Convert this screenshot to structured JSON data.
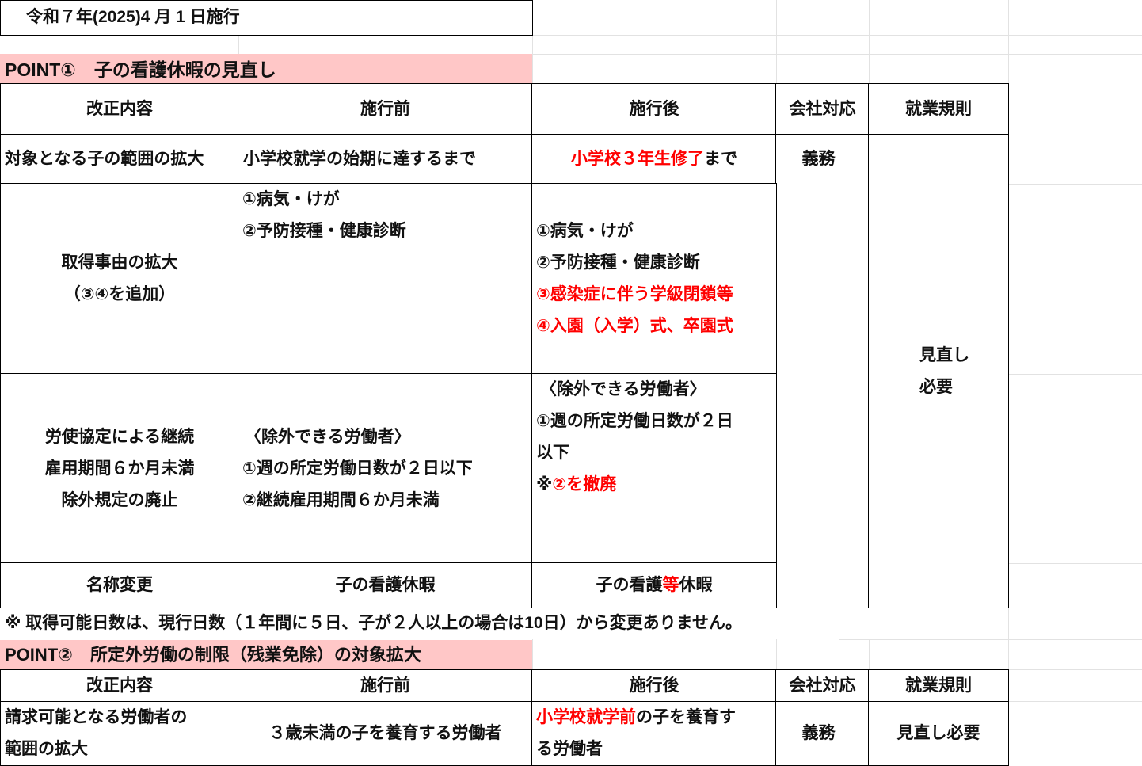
{
  "title": "令和７年(2025)4 月 1 日施行",
  "point1": {
    "heading": "POINT①　子の看護休暇の見直し",
    "headers": [
      "改正内容",
      "施行前",
      "施行後",
      "会社対応",
      "就業規則"
    ],
    "row1": {
      "item": "対象となる子の範囲の拡大",
      "before": "小学校就学の始期に達するまで",
      "after_red": "小学校３年生修了",
      "after_rest": "まで",
      "company": "義務"
    },
    "row2": {
      "item_lines": [
        "取得事由の拡大",
        "（③④を追加）"
      ],
      "before_lines": [
        "①病気・けが",
        "②予防接種・健康診断"
      ],
      "after_lines": [
        "①病気・けが",
        "②予防接種・健康診断"
      ],
      "after_red_lines": [
        "③感染症に伴う学級閉鎖等",
        "④入園（入学）式、卒園式"
      ]
    },
    "row3": {
      "item_lines": [
        "労使協定による継続",
        "雇用期間６か月未満",
        "除外規定の廃止"
      ],
      "before_lines": [
        "〈除外できる労働者〉",
        "①週の所定労働日数が２日以下",
        "②継続雇用期間６か月未満"
      ],
      "after_lines": [
        "〈除外できる労働者〉",
        "①週の所定労働日数が２日",
        "以下"
      ],
      "after_note_mark": "※",
      "after_note_red": "②を撤廃"
    },
    "row4": {
      "item": "名称変更",
      "before": "子の看護休暇",
      "after_a": "子の看護",
      "after_red": "等",
      "after_b": "休暇"
    },
    "rules_lines": [
      "見直し",
      "必要"
    ]
  },
  "note": "※ 取得可能日数は、現行日数（１年間に５日、子が２人以上の場合は10日）から変更ありません。",
  "point2": {
    "heading": "POINT②　所定外労働の制限（残業免除）の対象拡大",
    "headers": [
      "改正内容",
      "施行前",
      "施行後",
      "会社対応",
      "就業規則"
    ],
    "row1": {
      "item_lines": [
        "請求可能となる労働者の",
        "範囲の拡大"
      ],
      "before": "３歳未満の子を養育する労働者",
      "after_red": "小学校就学前",
      "after_rest1": "の子を養育す",
      "after_rest2": "る労働者",
      "company": "義務",
      "rules": "見直し必要"
    }
  },
  "colors": {
    "heading_bg": "#ffc7c7",
    "accent_red": "#ff0000",
    "grid": "#e2e2e2"
  }
}
